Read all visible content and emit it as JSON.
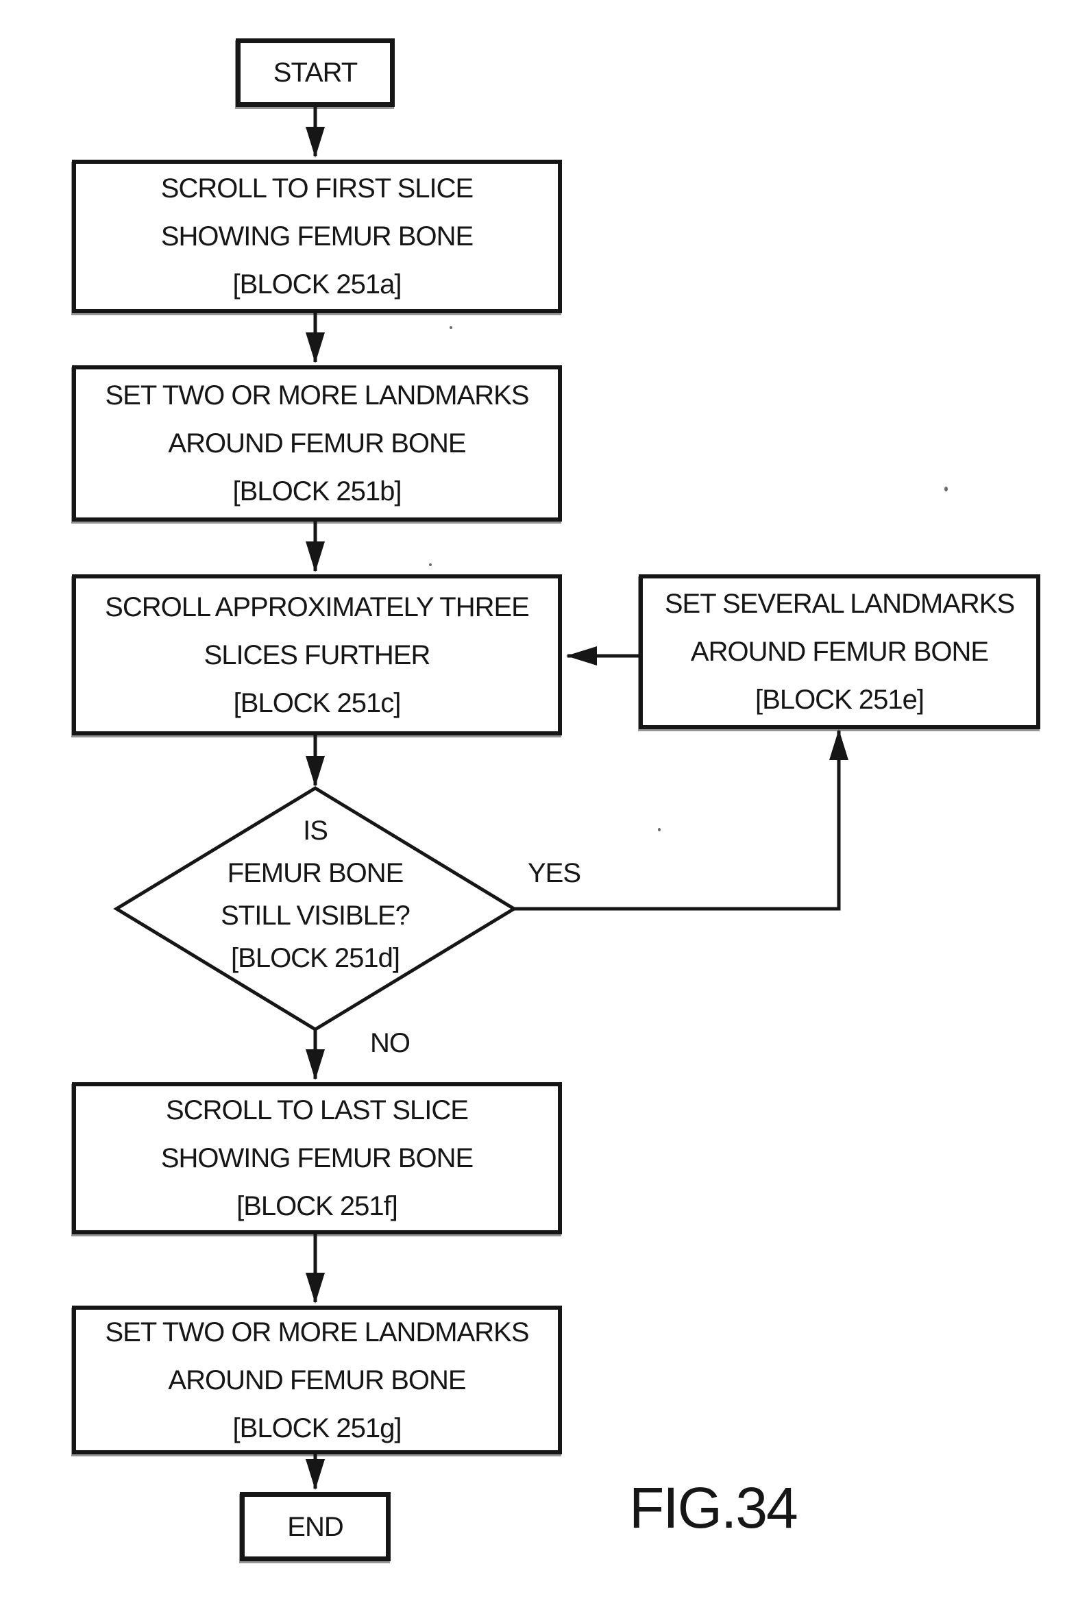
{
  "figure_label": "FIG.34",
  "colors": {
    "ink": "#161616",
    "paper": "#ffffff"
  },
  "nodes": [
    {
      "id": "start",
      "type": "terminal",
      "label": "START"
    },
    {
      "id": "251a",
      "type": "process",
      "lines": [
        "SCROLL TO FIRST SLICE",
        "SHOWING FEMUR BONE",
        "[BLOCK 251a]"
      ]
    },
    {
      "id": "251b",
      "type": "process",
      "lines": [
        "SET TWO OR MORE LANDMARKS",
        "AROUND FEMUR BONE",
        "[BLOCK 251b]"
      ]
    },
    {
      "id": "251c",
      "type": "process",
      "lines": [
        "SCROLL APPROXIMATELY THREE",
        "SLICES FURTHER",
        "[BLOCK 251c]"
      ]
    },
    {
      "id": "251e",
      "type": "process",
      "lines": [
        "SET SEVERAL LANDMARKS",
        "AROUND FEMUR BONE",
        "[BLOCK 251e]"
      ]
    },
    {
      "id": "251d",
      "type": "decision",
      "lines": [
        "IS",
        "FEMUR BONE",
        "STILL VISIBLE?",
        "[BLOCK 251d]"
      ]
    },
    {
      "id": "251f",
      "type": "process",
      "lines": [
        "SCROLL TO LAST SLICE",
        "SHOWING FEMUR BONE",
        "[BLOCK 251f]"
      ]
    },
    {
      "id": "251g",
      "type": "process",
      "lines": [
        "SET TWO OR MORE LANDMARKS",
        "AROUND FEMUR BONE",
        "[BLOCK 251g]"
      ]
    },
    {
      "id": "end",
      "type": "terminal",
      "label": "END"
    }
  ],
  "edge_labels": {
    "yes": "YES",
    "no": "NO"
  }
}
